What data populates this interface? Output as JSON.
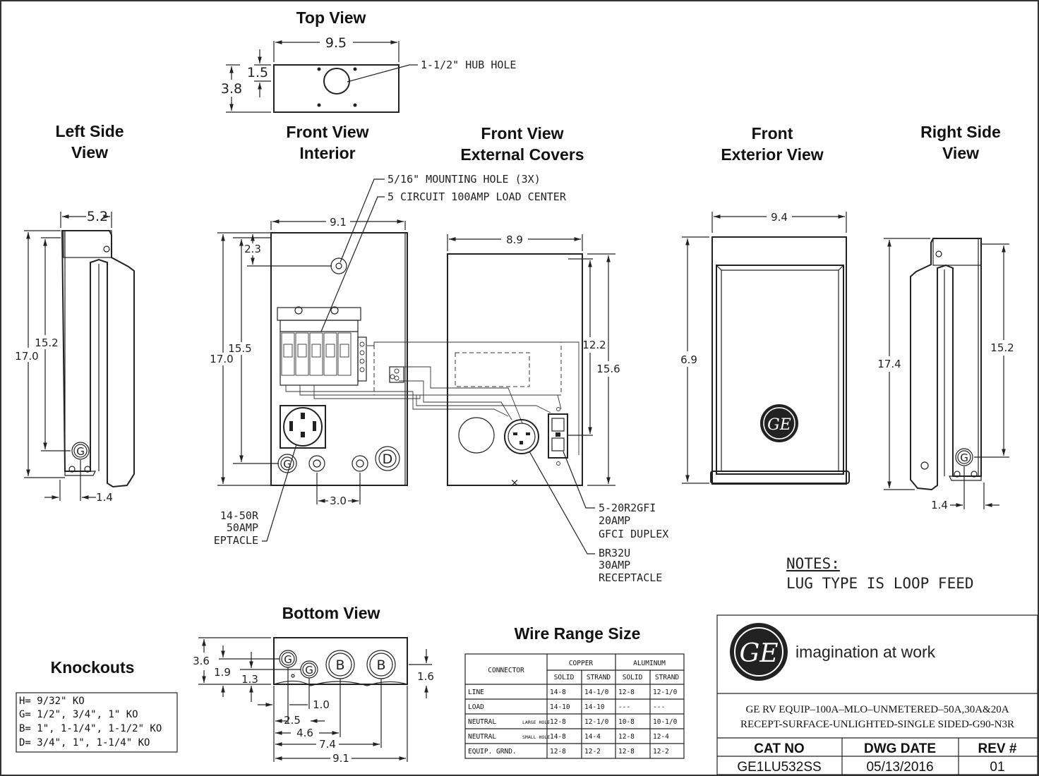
{
  "views": {
    "top": "Top View",
    "left_side_1": "Left Side",
    "left_side_2": "View",
    "front_interior_1": "Front View",
    "front_interior_2": "Interior",
    "front_external_1": "Front View",
    "front_external_2": "External Covers",
    "front_exterior_1": "Front",
    "front_exterior_2": "Exterior View",
    "right_side_1": "Right Side",
    "right_side_2": "View",
    "bottom": "Bottom View",
    "knockouts": "Knockouts",
    "wire_range": "Wire Range Size"
  },
  "top_view": {
    "dim_width": "9.5",
    "dim_1": "1.5",
    "dim_2": "3.8",
    "hub_hole": "1-1/2\" HUB HOLE"
  },
  "left_side": {
    "dim_width": "5.2",
    "dim_h1": "15.2",
    "dim_h2": "17.0",
    "dim_bottom": "1.4",
    "ko_label": "G"
  },
  "interior": {
    "dim_width": "9.1",
    "dim_top": "2.3",
    "dim_h1": "15.5",
    "dim_h2": "17.0",
    "dim_bottom": "3.0",
    "callout_mount": "5/16\" MOUNTING HOLE (3X)",
    "callout_load": "5 CIRCUIT 100AMP LOAD CENTER",
    "recept_50_1": "14-50R",
    "recept_50_2": "50AMP",
    "recept_50_3": "EPTACLE",
    "ko_g": "G",
    "ko_d": "D"
  },
  "external": {
    "dim_width": "8.9",
    "dim_h1": "12.2",
    "dim_h2": "15.6",
    "gfci_1": "5-20R2GFI",
    "gfci_2": "20AMP",
    "gfci_3": "GFCI DUPLEX",
    "br_1": "BR32U",
    "br_2": "30AMP",
    "br_3": "RECEPTACLE"
  },
  "exterior": {
    "dim_width": "9.4",
    "dim_height": "6.9",
    "logo": "GE"
  },
  "right_side": {
    "dim_h1": "17.4",
    "dim_h2": "15.2",
    "dim_bottom": "1.4",
    "ko_label": "G"
  },
  "notes": {
    "title": "NOTES:",
    "line1": "LUG TYPE IS LOOP FEED"
  },
  "bottom_view": {
    "dim_h": "3.6",
    "dim_1": "1.9",
    "dim_2": "1.3",
    "dim_right": "1.6",
    "dim_a": "1.0",
    "dim_b": "2.5",
    "dim_c": "4.6",
    "dim_d": "7.4",
    "dim_e": "9.1",
    "ko_g": "G",
    "ko_b": "B"
  },
  "knockouts": {
    "rows": [
      "H= 9/32\" KO",
      "G= 1/2\", 3/4\", 1\" KO",
      "B= 1\", 1-1/4\", 1-1/2\" KO",
      "D= 3/4\", 1\", 1-1/4\" KO"
    ]
  },
  "wire_table": {
    "connector": "CONNECTOR",
    "copper": "COPPER",
    "aluminum": "ALUMINUM",
    "solid": "SOLID",
    "strand": "STRAND",
    "rows": [
      {
        "name": "LINE",
        "sub": "",
        "c1": "14-8",
        "c2": "14-1/0",
        "a1": "12-8",
        "a2": "12-1/0"
      },
      {
        "name": "LOAD",
        "sub": "",
        "c1": "14-10",
        "c2": "14-10",
        "a1": "---",
        "a2": "---"
      },
      {
        "name": "NEUTRAL",
        "sub": "LARGE HOLE",
        "c1": "12-8",
        "c2": "12-1/0",
        "a1": "10-8",
        "a2": "10-1/0"
      },
      {
        "name": "NEUTRAL",
        "sub": "SMALL HOLE",
        "c1": "14-8",
        "c2": "14-4",
        "a1": "12-8",
        "a2": "12-4"
      },
      {
        "name": "EQUIP. GRND.",
        "sub": "",
        "c1": "12-8",
        "c2": "12-2",
        "a1": "12-8",
        "a2": "12-2"
      }
    ]
  },
  "title_block": {
    "tagline": "imagination at work",
    "logo": "GE",
    "desc_1": "GE RV EQUIP–100A–MLO–UNMETERED–50A,30A&20A",
    "desc_2": "RECEPT-SURFACE-UNLIGHTED-SINGLE SIDED-G90-N3R",
    "h_cat": "CAT NO",
    "h_date": "DWG DATE",
    "h_rev": "REV #",
    "cat": "GE1LU532SS",
    "date": "05/13/2016",
    "rev": "01"
  }
}
